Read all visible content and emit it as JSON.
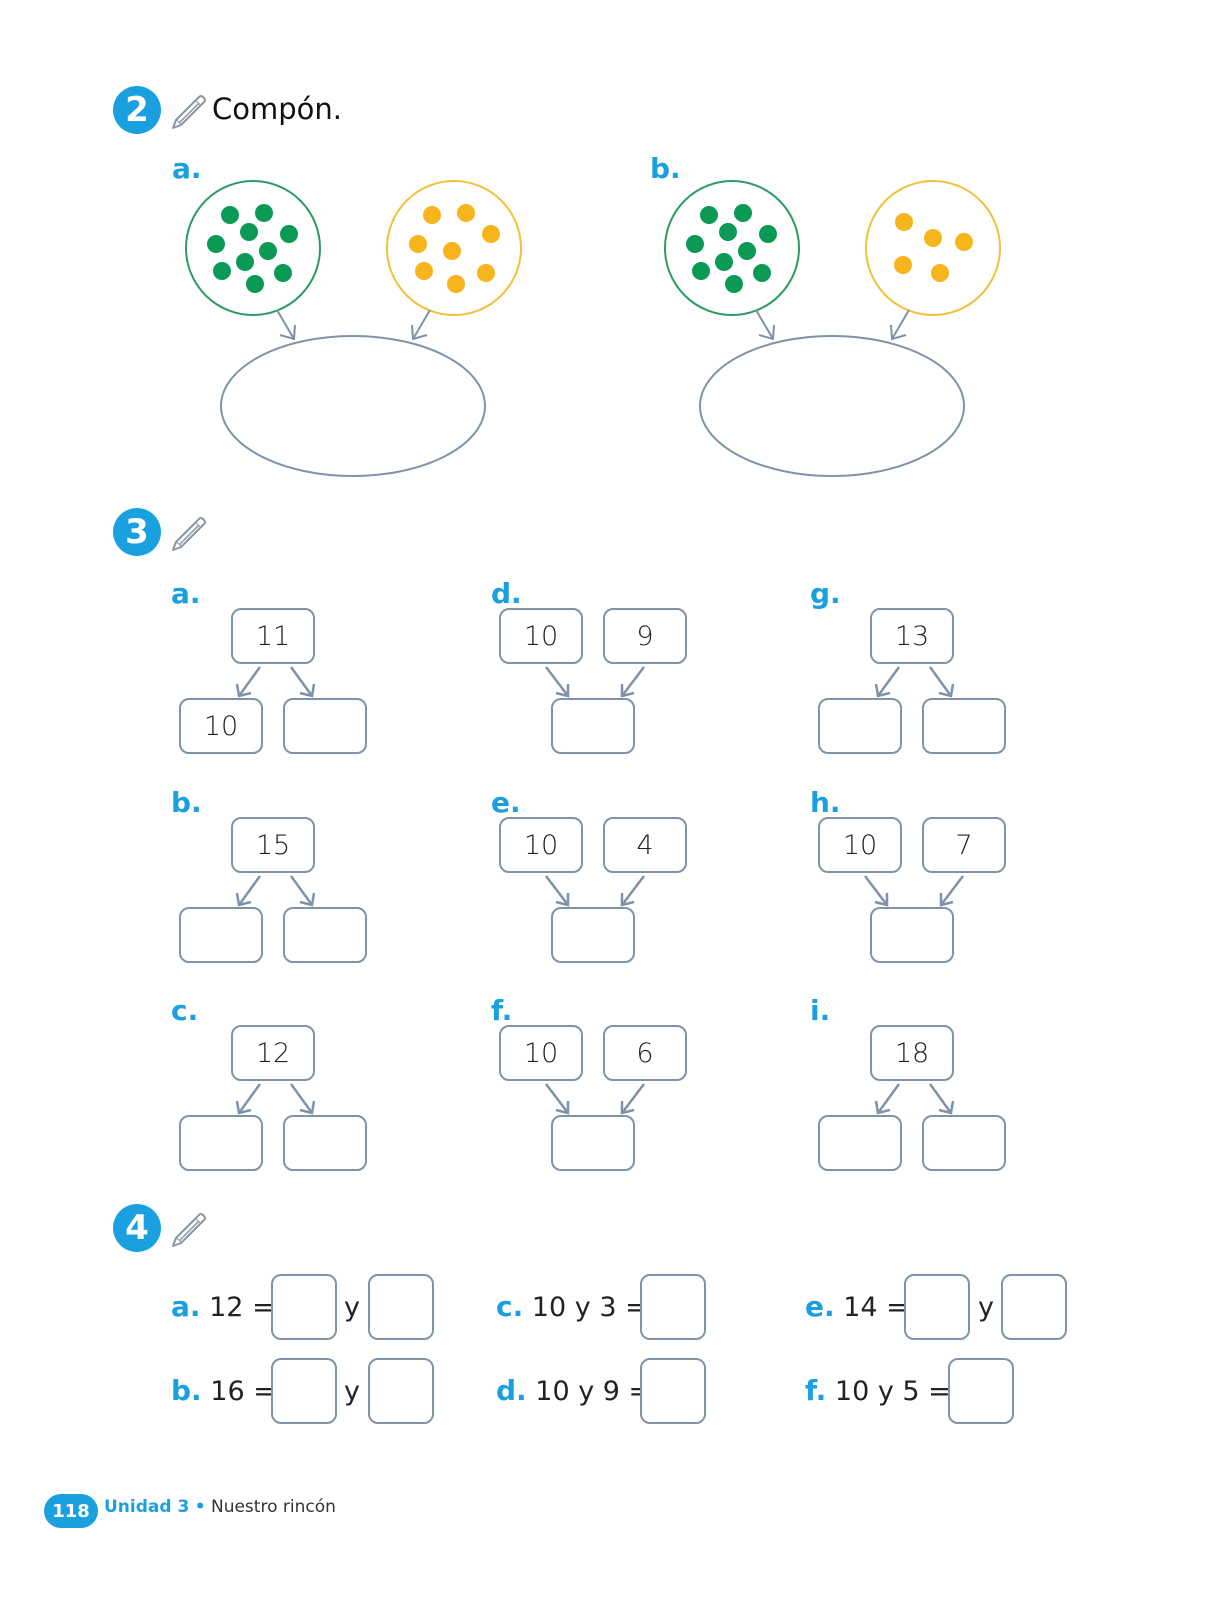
{
  "exercise2": {
    "number": "2",
    "instruction": "Compón.",
    "a": {
      "letter": "a.",
      "green_count": 10,
      "yellow_count": 8
    },
    "b": {
      "letter": "b.",
      "green_count": 10,
      "yellow_count": 5
    }
  },
  "exercise3": {
    "number": "3",
    "items": [
      {
        "letter": "a.",
        "type": "split",
        "top": "11",
        "left": "10",
        "right": ""
      },
      {
        "letter": "b.",
        "type": "split",
        "top": "15",
        "left": "",
        "right": ""
      },
      {
        "letter": "c.",
        "type": "split",
        "top": "12",
        "left": "",
        "right": ""
      },
      {
        "letter": "d.",
        "type": "join",
        "left": "10",
        "right": "9",
        "bottom": ""
      },
      {
        "letter": "e.",
        "type": "join",
        "left": "10",
        "right": "4",
        "bottom": ""
      },
      {
        "letter": "f.",
        "type": "join",
        "left": "10",
        "right": "6",
        "bottom": ""
      },
      {
        "letter": "g.",
        "type": "split",
        "top": "13",
        "left": "",
        "right": ""
      },
      {
        "letter": "h.",
        "type": "join",
        "left": "10",
        "right": "7",
        "bottom": ""
      },
      {
        "letter": "i.",
        "type": "split",
        "top": "18",
        "left": "",
        "right": ""
      }
    ]
  },
  "exercise4": {
    "number": "4",
    "a": {
      "letter": "a.",
      "expr": "12 =",
      "and": "y"
    },
    "b": {
      "letter": "b.",
      "expr": "16 =",
      "and": "y"
    },
    "c": {
      "letter": "c.",
      "expr": "10 y 3 ="
    },
    "d": {
      "letter": "d.",
      "expr": "10 y 9 ="
    },
    "e": {
      "letter": "e.",
      "expr": "14 =",
      "and": "y"
    },
    "f": {
      "letter": "f.",
      "expr": "10 y 5 ="
    }
  },
  "footer": {
    "page_number": "118",
    "unit": "Unidad 3",
    "separator": "•",
    "section": "Nuestro rincón"
  },
  "colors": {
    "accent": "#1ba0df",
    "green_dot": "#0a9a55",
    "yellow_dot": "#f7b51d",
    "green_circle": "#2e9a63",
    "yellow_circle": "#f0c13b",
    "box_border": "#8093a7"
  }
}
